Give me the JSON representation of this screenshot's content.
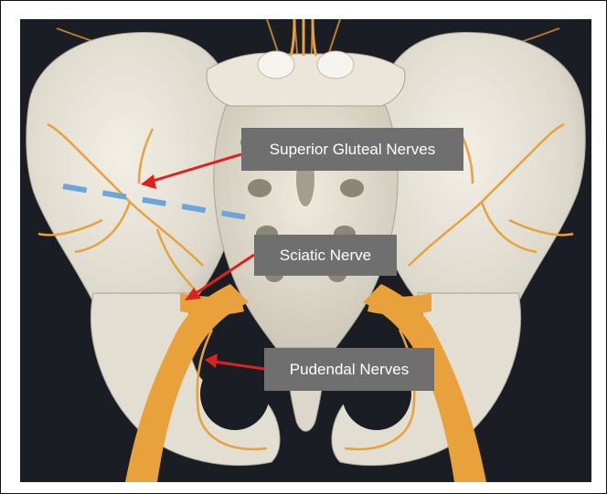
{
  "labels": {
    "superior_gluteal": "Superior Gluteal Nerves",
    "sciatic": "Sciatic Nerve",
    "pudendal": "Pudendal Nerves"
  },
  "colors": {
    "background": "#1a1d24",
    "bone": "#e6e3d8",
    "nerve": "#e9a23b",
    "arrow": "#e02020",
    "dashed_line": "#6aa6dc",
    "label_box": "#6f6f6f",
    "label_text": "#ffffff"
  }
}
